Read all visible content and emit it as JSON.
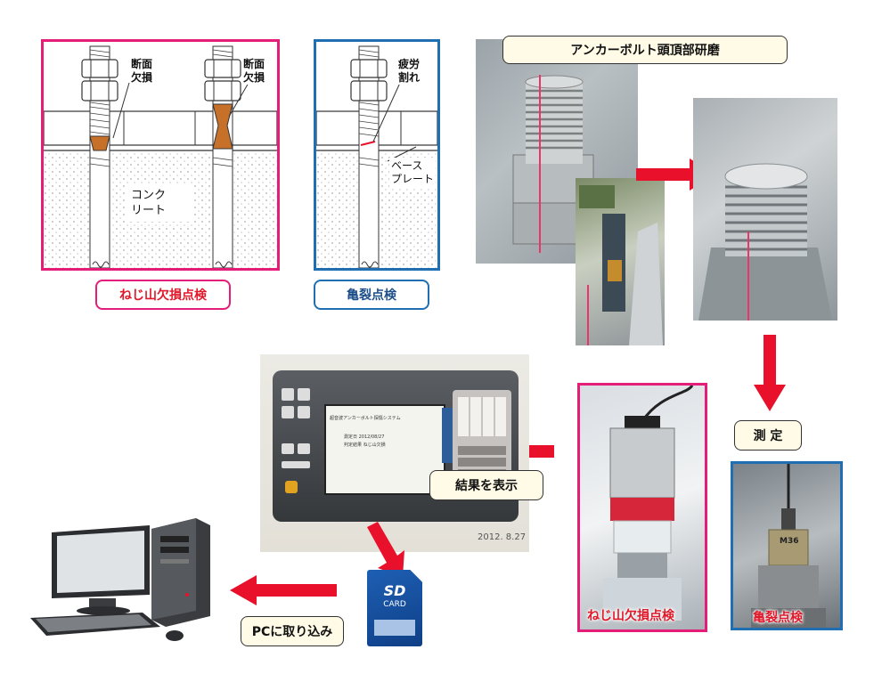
{
  "colors": {
    "pink": "#e41e78",
    "blue": "#1f6fb2",
    "red": "#e8102a",
    "rust": "#c7702a",
    "tag_bg": "#fffbe6"
  },
  "diagram1": {
    "label_top_left": "断面\n欠損",
    "label_top_right": "断面\n欠損",
    "label_concrete": "コンク\nリート",
    "caption": "ねじ山欠損点検"
  },
  "diagram2": {
    "label_fatigue": "疲労\n割れ",
    "label_base": "ベース\nプレート",
    "caption": "亀裂点検"
  },
  "grind": {
    "title": "アンカーボルト頭頂部研磨"
  },
  "measure": {
    "label": "測 定"
  },
  "probe_thread": {
    "label": "ねじ山欠損点検"
  },
  "probe_crack": {
    "label": "亀裂点検",
    "probe_marking": "M36"
  },
  "device": {
    "result_label": "結果を表示",
    "screen_line1": "超音波アンカーボルト探傷システム",
    "screen_line2": "測定日 2012/08/27",
    "screen_line3": "判定結果 ねじ山欠損",
    "date_stamp": "2012. 8.27"
  },
  "sdcard": {
    "sd": "SD",
    "card": "CARD"
  },
  "pc": {
    "label": "PCに取り込み"
  }
}
